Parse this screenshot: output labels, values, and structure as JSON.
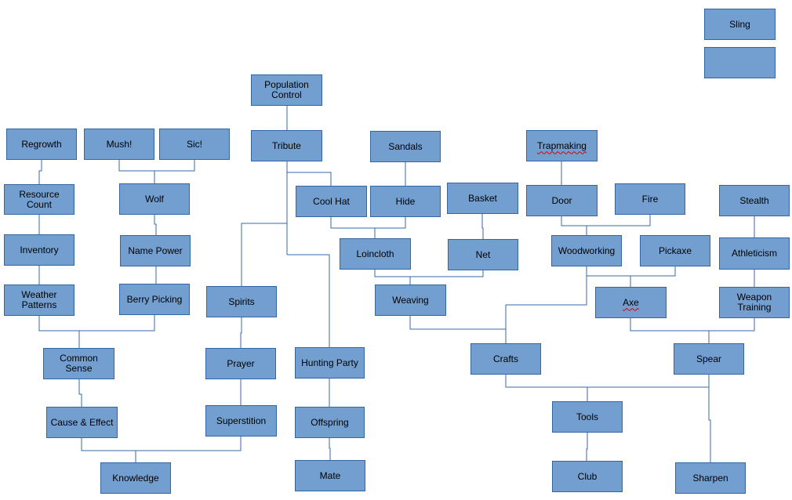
{
  "nodes": {
    "sling": "Sling",
    "blank": "",
    "population_control": "Population\nControl",
    "regrowth": "Regrowth",
    "mush": "Mush!",
    "sic": "Sic!",
    "tribute": "Tribute",
    "sandals": "Sandals",
    "trapmaking": "Trapmaking",
    "resource_count": "Resource\nCount",
    "wolf": "Wolf",
    "cool_hat": "Cool Hat",
    "hide": "Hide",
    "basket": "Basket",
    "door": "Door",
    "fire": "Fire",
    "stealth": "Stealth",
    "inventory": "Inventory",
    "name_power": "Name Power",
    "loincloth": "Loincloth",
    "net": "Net",
    "woodworking": "Woodworking",
    "pickaxe": "Pickaxe",
    "athleticism": "Athleticism",
    "weather_patterns": "Weather\nPatterns",
    "berry_picking": "Berry Picking",
    "spirits": "Spirits",
    "weaving": "Weaving",
    "axe": "Axe",
    "weapon_training": "Weapon\nTraining",
    "common_sense": "Common Sense",
    "prayer": "Prayer",
    "hunting_party": "Hunting Party",
    "crafts": "Crafts",
    "spear": "Spear",
    "cause_effect": "Cause & Effect",
    "superstition": "Superstition",
    "offspring": "Offspring",
    "tools": "Tools",
    "knowledge": "Knowledge",
    "mate": "Mate",
    "club": "Club",
    "sharpen": "Sharpen"
  },
  "colors": {
    "box_fill": "#729fcf",
    "box_border": "#3465a4",
    "connector": "#3a68a8",
    "spellcheck": "#e00000"
  }
}
